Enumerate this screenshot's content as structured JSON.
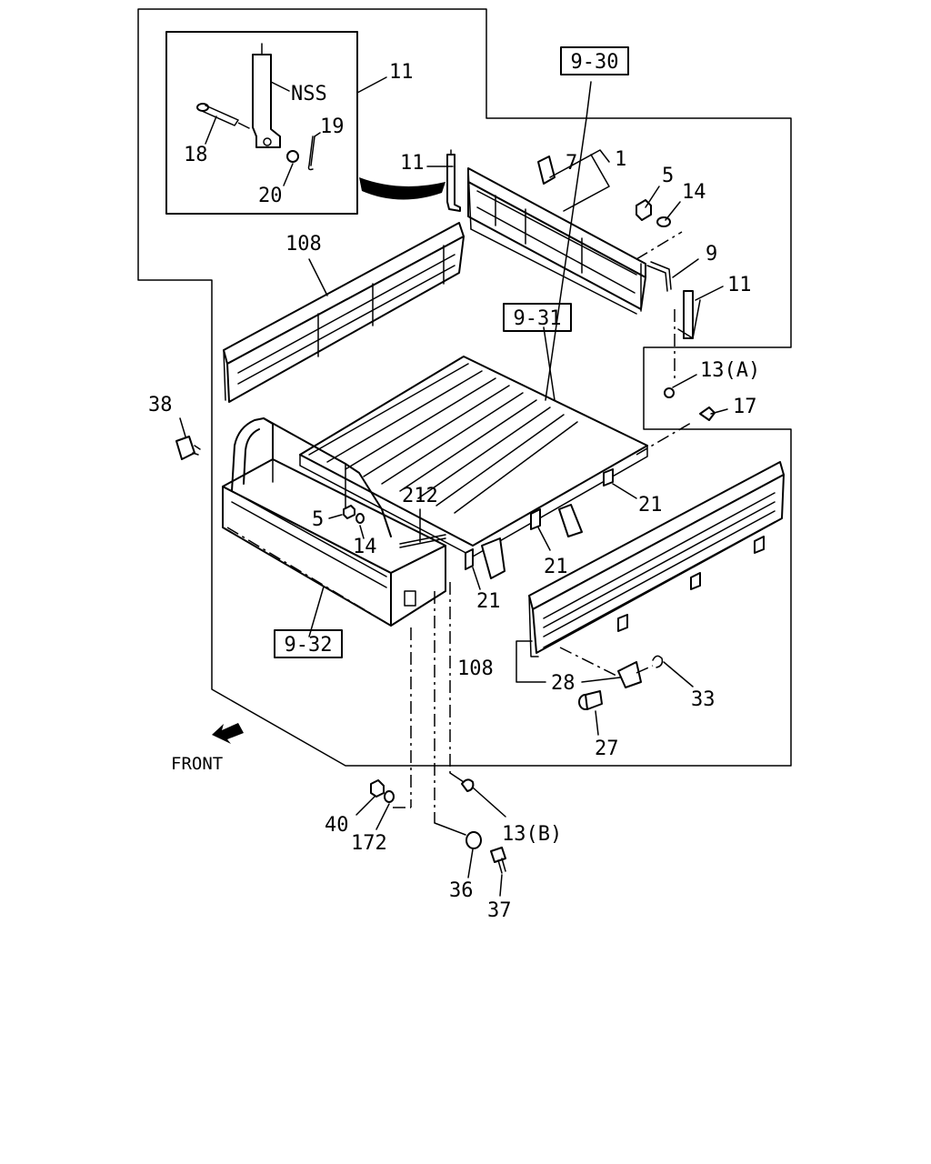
{
  "diagram": {
    "reference_boxes": [
      "9-30",
      "9-31",
      "9-32"
    ],
    "inset": {
      "labels": [
        "NSS",
        "11",
        "18",
        "19",
        "20"
      ]
    },
    "part_labels": {
      "p1": "1",
      "p7": "7",
      "p5a": "5",
      "p14a": "14",
      "p9": "9",
      "p11a": "11",
      "p11b": "11",
      "p108a": "108",
      "p13a": "13(A)",
      "p17": "17",
      "p38": "38",
      "p212": "212",
      "p5b": "5",
      "p14b": "14",
      "p21a": "21",
      "p21b": "21",
      "p21c": "21",
      "p108b": "108",
      "p28": "28",
      "p33": "33",
      "p27": "27",
      "p40": "40",
      "p172": "172",
      "p13b": "13(B)",
      "p36": "36",
      "p37": "37"
    },
    "front_label": "FRONT"
  }
}
